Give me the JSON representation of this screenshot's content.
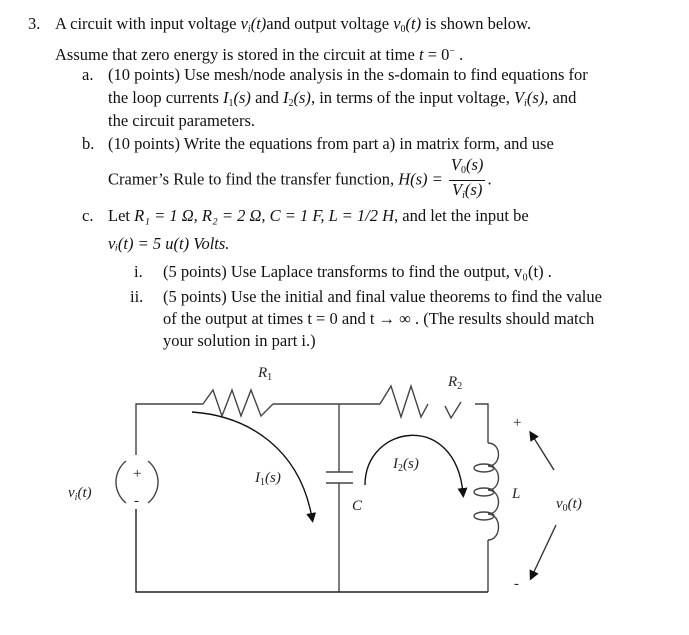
{
  "problem": {
    "number": "3.",
    "intro_line1_pre": "A circuit with input voltage ",
    "intro_vi": "v",
    "intro_vi_sub": "i",
    "intro_vi_arg": "(t)",
    "intro_line1_mid": "and output voltage ",
    "intro_vo": "v",
    "intro_vo_sub": "0",
    "intro_vo_arg": "(t)",
    "intro_line1_post": " is shown below.",
    "intro_line2_pre": "Assume that zero energy is stored in the circuit at time ",
    "intro_line2_t": "t",
    "intro_line2_eq": " = 0",
    "intro_line2_sup": "−",
    "intro_line2_post": " .",
    "parts": [
      {
        "label": "a.",
        "line1": "(10 points) Use mesh/node analysis in the s-domain to find equations for",
        "line2_pre": "the loop currents ",
        "line2_I1": "I",
        "line2_I1_sub": "1",
        "line2_I1_arg": "(s)",
        "line2_and": " and ",
        "line2_I2": "I",
        "line2_I2_sub": "2",
        "line2_I2_arg": "(s)",
        "line2_mid": ", in terms of the input voltage, ",
        "line2_V": "V",
        "line2_V_sub": "i",
        "line2_V_arg": "(s)",
        "line2_post": ", and",
        "line3": "the circuit parameters."
      },
      {
        "label": "b.",
        "line1": "(10 points) Write the equations from part a) in matrix form, and use",
        "line2_pre": "Cramer’s Rule to find the transfer function, ",
        "line2_H": "H(s) = ",
        "frac_num": "V",
        "frac_num_sub": "0",
        "frac_num_arg": "(s)",
        "frac_den": "V",
        "frac_den_sub": "i",
        "frac_den_arg": "(s)",
        "line2_post": "."
      },
      {
        "label": "c.",
        "line1_pre": "Let ",
        "line1_params": "R₁ = 1 Ω, R₂ = 2 Ω, C = 1 F, L = 1/2 H",
        "line1_post": ", and let the input be",
        "line2": "vᵢ(t) = 5  u(t) Volts.",
        "subparts": [
          {
            "label": "i.",
            "line1": "(5 points) Use Laplace transforms to find the output, v₀(t) ."
          },
          {
            "label": "ii.",
            "line1": "(5 points) Use the initial and final value theorems to find the value",
            "line2": "of the output at times t = 0 and t → ∞ . (The results should match",
            "line3": "your solution in part i.)"
          }
        ]
      }
    ]
  },
  "circuit": {
    "labels": {
      "R1": "R",
      "R1_sub": "1",
      "R2": "R",
      "R2_sub": "2",
      "C": "C",
      "L": "L",
      "I1": "I",
      "I1_sub": "1",
      "I1_arg": "(s)",
      "I2": "I",
      "I2_sub": "2",
      "I2_arg": "(s)",
      "vi": "v",
      "vi_sub": "i",
      "vi_arg": "(t)",
      "vo": "v",
      "vo_sub": "0",
      "vo_arg": "(t)",
      "src_plus": "+",
      "src_minus": "-",
      "out_plus": "+",
      "out_minus": "-"
    }
  }
}
